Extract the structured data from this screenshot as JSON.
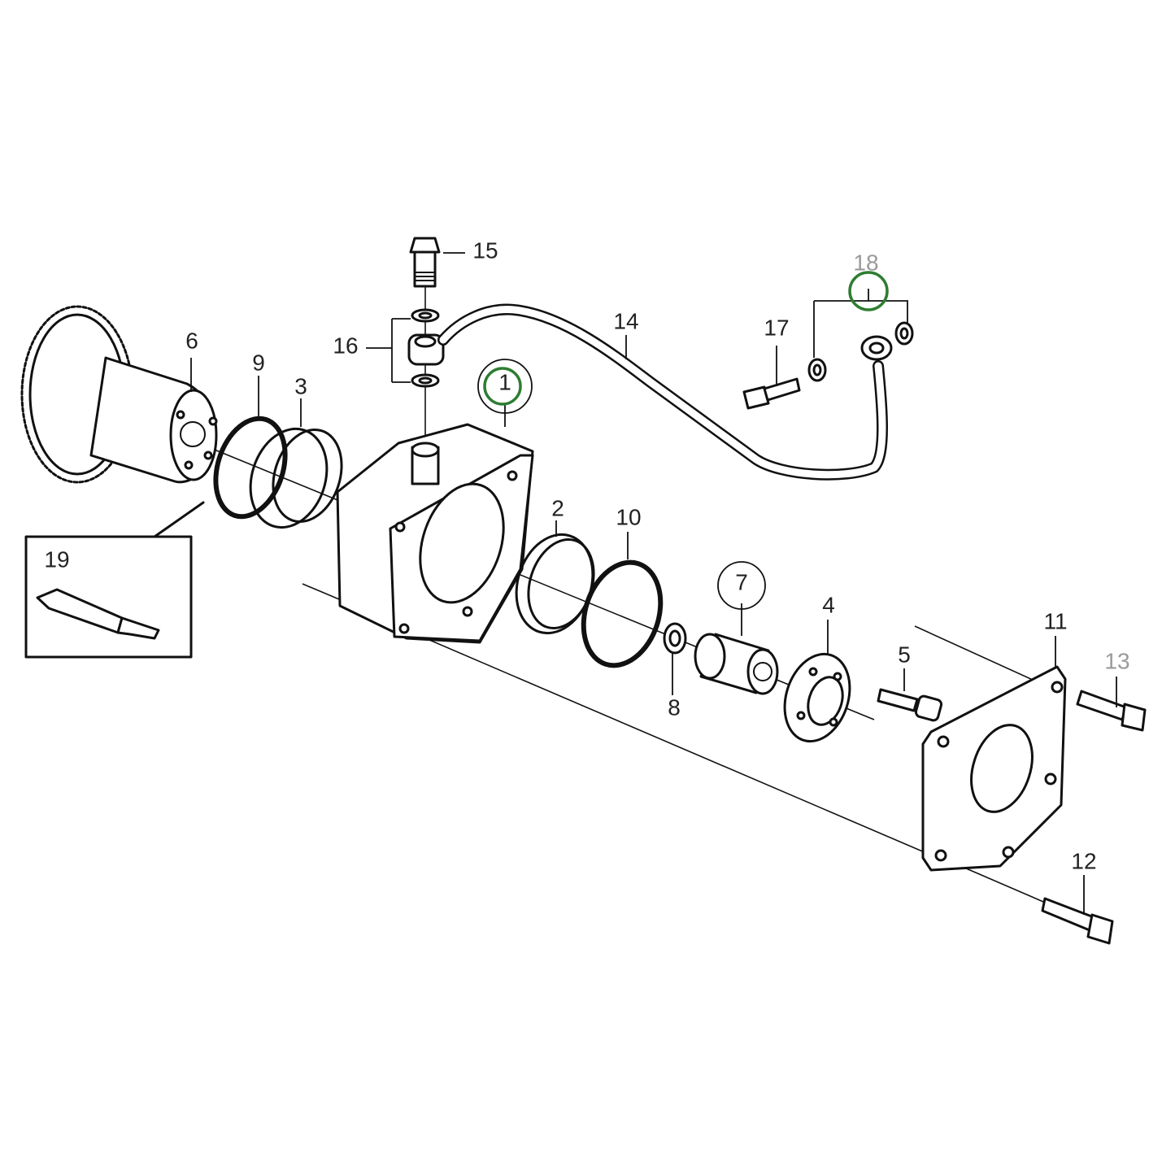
{
  "diagram": {
    "labels": {
      "p1": "1",
      "p2": "2",
      "p3": "3",
      "p4": "4",
      "p5": "5",
      "p6": "6",
      "p7": "7",
      "p8": "8",
      "p9": "9",
      "p10": "10",
      "p11": "11",
      "p12": "12",
      "p13": "13",
      "p14": "14",
      "p15": "15",
      "p16": "16",
      "p17": "17",
      "p18": "18",
      "p19": "19"
    },
    "highlighted": [
      "1",
      "18"
    ],
    "colors": {
      "highlight": "#2e7d32",
      "line": "#111111",
      "label": "#222222",
      "label_muted": "#9a9a9a"
    }
  }
}
